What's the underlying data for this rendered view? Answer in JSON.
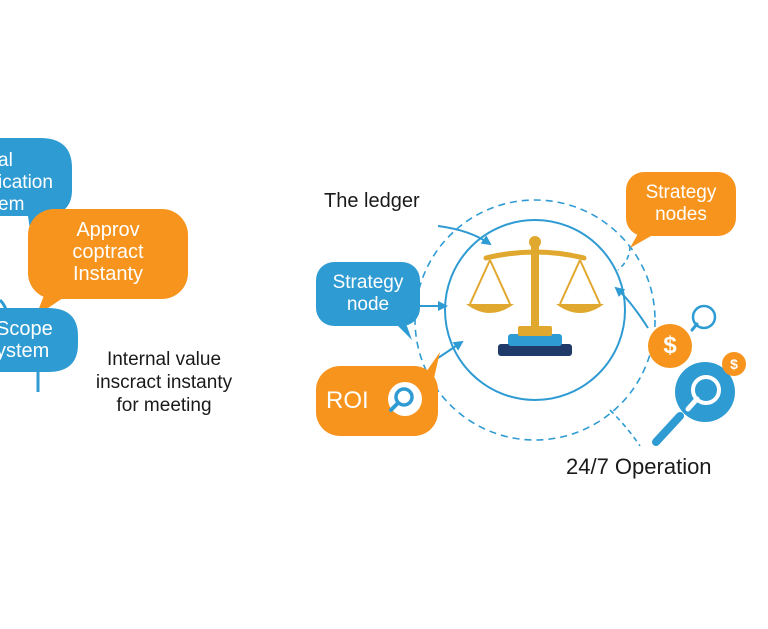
{
  "left_cluster": {
    "bubble_top": {
      "lines": [
        "al",
        "ication",
        "em"
      ]
    },
    "bubble_approve": {
      "lines": [
        "Approv",
        "coptract",
        "Instanty"
      ]
    },
    "bubble_scope": {
      "lines": [
        "Scope",
        "ystem"
      ]
    },
    "caption": {
      "lines": [
        "Internal value",
        "inscract instanty",
        "for meeting"
      ]
    }
  },
  "right_cluster": {
    "ledger_label": "The ledger",
    "bubble_strategy_left": {
      "lines": [
        "Strategy",
        "node"
      ]
    },
    "bubble_strategy_right": {
      "lines": [
        "Strategy",
        "nodes"
      ]
    },
    "bubble_roi": "ROI",
    "operation_label": "24/7 Operation",
    "dollar_symbol": "$",
    "small_dollar_symbol": "$",
    "icons": [
      "balance-scale-icon",
      "magnifier-icon",
      "dollar-icon"
    ]
  },
  "colors": {
    "blue": "#2f9bd3",
    "orange": "#f7941d",
    "navy": "#1f3a68",
    "gold": "#e0a82e"
  }
}
